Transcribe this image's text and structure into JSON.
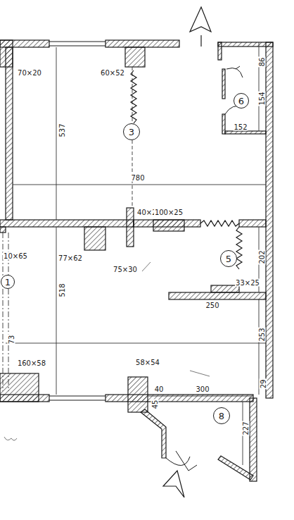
{
  "diagram": {
    "nodes": [
      {
        "text": [
          "3"
        ]
      },
      {
        "text": [
          "6"
        ]
      },
      {
        "text": [
          "1"
        ]
      },
      {
        "text": [
          "5"
        ]
      },
      {
        "text": [
          "8"
        ]
      }
    ],
    "labels": [
      "70×20",
      "60×52",
      "537",
      "780",
      "40×23",
      "100×25",
      "86",
      "154",
      "152",
      "10×65",
      "77×62",
      "75×30",
      "202",
      "33×25",
      "250",
      "518",
      "253",
      "73",
      "160×58",
      "58×54",
      "40",
      "300",
      "45",
      "29",
      "227"
    ]
  }
}
